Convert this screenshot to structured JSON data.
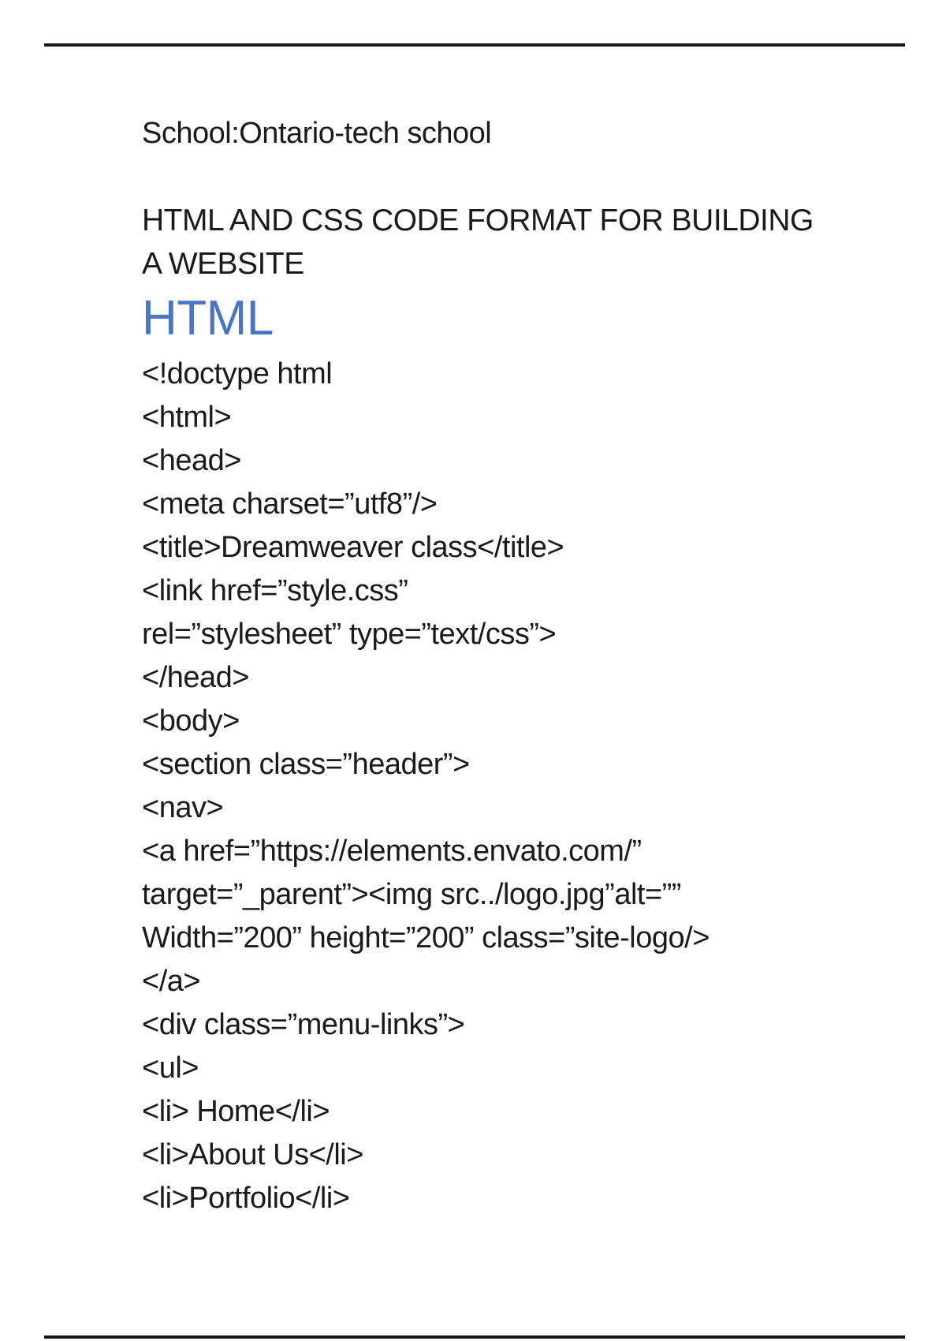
{
  "page": {
    "school_line": "School:Ontario-tech school",
    "title_lines": [
      "HTML AND CSS CODE FORMAT FOR BUILDING",
      "A WEBSITE"
    ],
    "section_heading": "HTML",
    "code_lines": [
      "<!doctype html",
      "<html>",
      "<head>",
      "<meta charset=”utf8”/>",
      "<title>Dreamweaver class</title>",
      "<link href=”style.css”",
      "rel=”stylesheet” type=”text/css”>",
      "</head>",
      "<body>",
      "<section class=”header”>",
      "<nav>",
      "<a href=”https://elements.envato.com/”",
      "target=”_parent”><img src../logo.jpg”alt=””",
      "Width=”200” height=”200” class=”site-logo/>",
      "</a>",
      "<div class=”menu-links”>",
      "<ul>",
      "<li> Home</li>",
      "<li>About Us</li>",
      "<li>Portfolio</li>"
    ],
    "colors": {
      "heading_blue": "#4a74c4",
      "text": "#1a1a1a",
      "rule": "#161616",
      "background": "#ffffff"
    }
  }
}
